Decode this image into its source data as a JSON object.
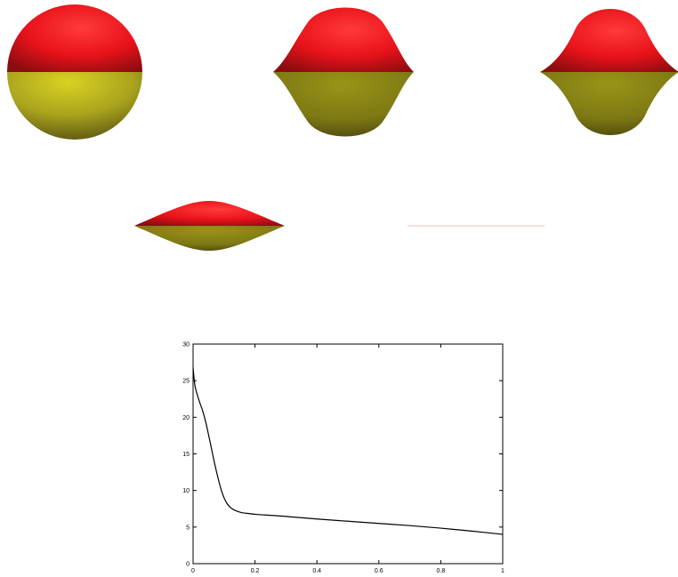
{
  "figure": {
    "colors": {
      "upper_cap": "#e8121a",
      "lower_cap": "#a8a21e",
      "flat_line": "#f0b8b8",
      "plot_line": "#000000",
      "frame": "#000000"
    },
    "shapes": [
      {
        "name": "sphere",
        "stage": 1
      },
      {
        "name": "peaked-sphere",
        "stage": 2
      },
      {
        "name": "pinched-sphere",
        "stage": 3
      },
      {
        "name": "lens",
        "stage": 4
      },
      {
        "name": "flat-disk",
        "stage": 5
      }
    ]
  },
  "chart_data": {
    "type": "line",
    "title": "",
    "xlabel": "",
    "ylabel": "",
    "xlim": [
      0,
      1
    ],
    "ylim": [
      0,
      30
    ],
    "grid": false,
    "x_ticks": [
      0,
      0.2,
      0.4,
      0.6,
      0.8,
      1
    ],
    "x_tick_labels": [
      "0",
      "0.2",
      "0.4",
      "0.6",
      "0.8",
      "1"
    ],
    "y_ticks": [
      0,
      5,
      10,
      15,
      20,
      25,
      30
    ],
    "y_tick_labels": [
      "0",
      "5",
      "10",
      "15",
      "20",
      "25",
      "30"
    ],
    "series": [
      {
        "x": [
          0.0,
          0.005,
          0.01,
          0.02,
          0.03,
          0.04,
          0.05,
          0.06,
          0.07,
          0.08,
          0.09,
          0.1,
          0.11,
          0.12,
          0.13,
          0.14,
          0.15,
          0.16,
          0.18,
          0.2,
          0.25,
          0.3,
          0.4,
          0.5,
          0.6,
          0.7,
          0.8,
          0.9,
          1.0
        ],
        "values": [
          26.8,
          24.6,
          23.6,
          22.2,
          21.0,
          19.5,
          17.6,
          15.6,
          13.6,
          11.8,
          10.2,
          9.0,
          8.2,
          7.7,
          7.4,
          7.2,
          7.05,
          6.95,
          6.85,
          6.75,
          6.6,
          6.45,
          6.1,
          5.8,
          5.5,
          5.2,
          4.85,
          4.45,
          4.0
        ]
      }
    ]
  }
}
